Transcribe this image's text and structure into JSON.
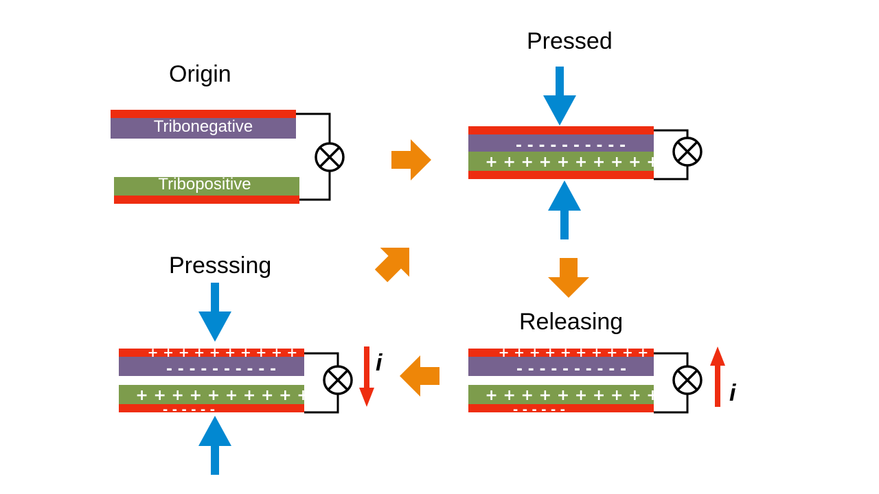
{
  "colors": {
    "electrode": "#ee2d10",
    "tribonegative": "#76628f",
    "tribopositive": "#7d9c4c",
    "force_arrow": "#0288d1",
    "step_arrow": "#ee8608",
    "current_arrow": "#ee2d10",
    "wire": "#000000"
  },
  "stages": {
    "origin": {
      "title": "Origin",
      "top_layer_label": "Tribonegative",
      "bottom_layer_label": "Tribopositive"
    },
    "pressed": {
      "title": "Pressed",
      "negative_charges": "- - - - - - - - - -",
      "positive_charges": "+ + + + + + + + + +"
    },
    "releasing": {
      "title": "Releasing",
      "top_electrode_charges": "+ + + + + + + + + +",
      "negative_charges": "- - - - - - - - - -",
      "positive_charges": "+ + + + + + + + + +",
      "bottom_electrode_charges": "-  -  -  -  -  -",
      "current_label": "i",
      "current_direction": "up"
    },
    "pressing": {
      "title": "Presssing",
      "top_electrode_charges": "+ + + + + + + + + +",
      "negative_charges": "- - - - - - - - - -",
      "positive_charges": "+ + + + + + + + + +",
      "bottom_electrode_charges": "-  -  -  -  -  -",
      "current_label": "i",
      "current_direction": "down"
    }
  },
  "icons": {
    "meter": "lamp-crossed-circle-icon",
    "force": "force-arrow-icon",
    "step": "process-step-arrow-icon"
  }
}
